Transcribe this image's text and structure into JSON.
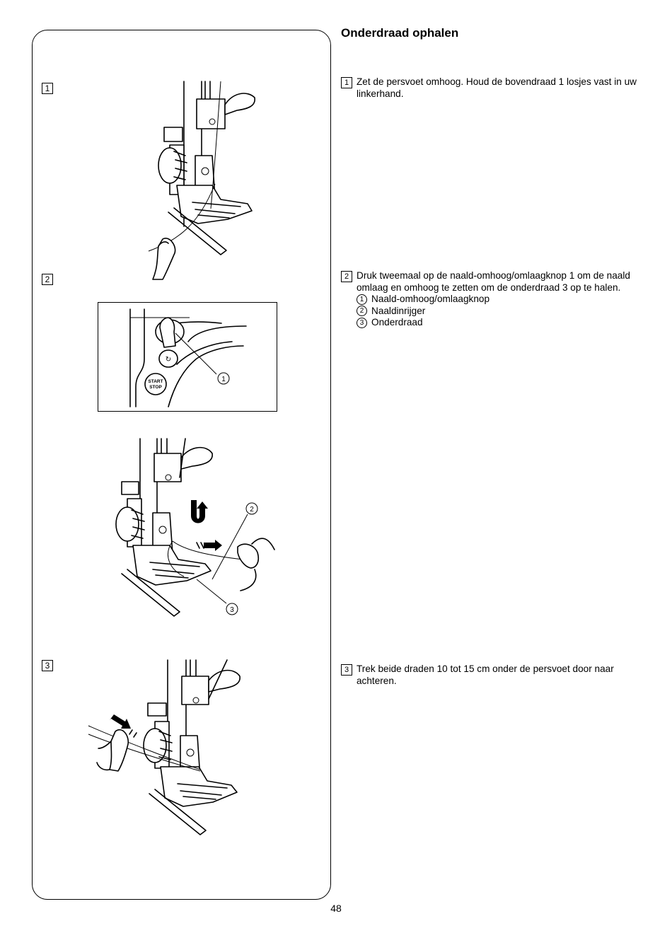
{
  "title": "Onderdraad ophalen",
  "page_number": "48",
  "panel": {
    "step_markers": [
      "1",
      "2",
      "3"
    ],
    "button_labels": {
      "start_stop_line1": "START",
      "start_stop_line2": "STOP"
    },
    "callouts": [
      "1",
      "2",
      "3"
    ]
  },
  "steps": [
    {
      "number": "1",
      "text": "Zet de persvoet omhoog. Houd de bovendraad 1 losjes vast in uw linkerhand."
    },
    {
      "number": "2",
      "text": "Druk tweemaal op de naald-omhoog/omlaagknop 1 om de naald omlaag en omhoog te zetten om de onderdraad 3 op te halen.",
      "legend": [
        {
          "num": "1",
          "label": "Naald-omhoog/omlaagknop"
        },
        {
          "num": "2",
          "label": "Naaldinrijger"
        },
        {
          "num": "3",
          "label": "Onderdraad"
        }
      ]
    },
    {
      "number": "3",
      "text": "Trek beide draden 10 tot 15 cm onder de persvoet door naar achteren."
    }
  ]
}
